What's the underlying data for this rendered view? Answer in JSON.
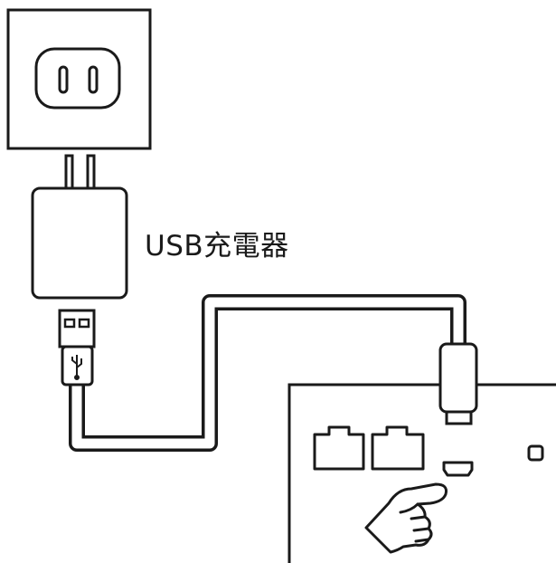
{
  "charger": {
    "label": "USB充電器"
  },
  "icons": {
    "outlet": "wall-outlet-icon",
    "adapter": "usb-ac-adapter-icon",
    "plug": "usb-a-plug-icon",
    "usb_symbol": "usb-symbol-icon",
    "cable": "usb-cable",
    "micro_connector": "micro-usb-connector-icon",
    "device": "device-board",
    "lan_ports": "ethernet-port-icon",
    "micro_port": "micro-usb-port-icon",
    "button": "device-button-icon",
    "hand": "pointing-hand-icon"
  },
  "colors": {
    "line": "#1a1a1a",
    "fill": "#ffffff",
    "background": "#ffffff"
  }
}
